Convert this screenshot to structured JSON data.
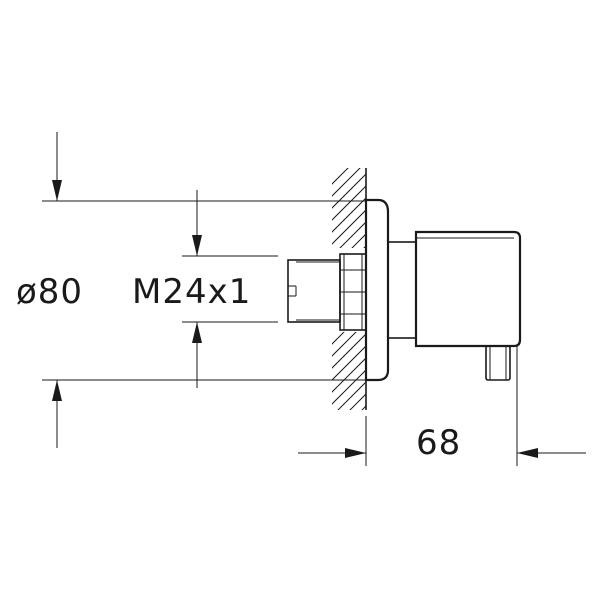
{
  "dimensions": {
    "outer_diameter": "ø80",
    "thread": "M24x1",
    "depth": "68"
  }
}
